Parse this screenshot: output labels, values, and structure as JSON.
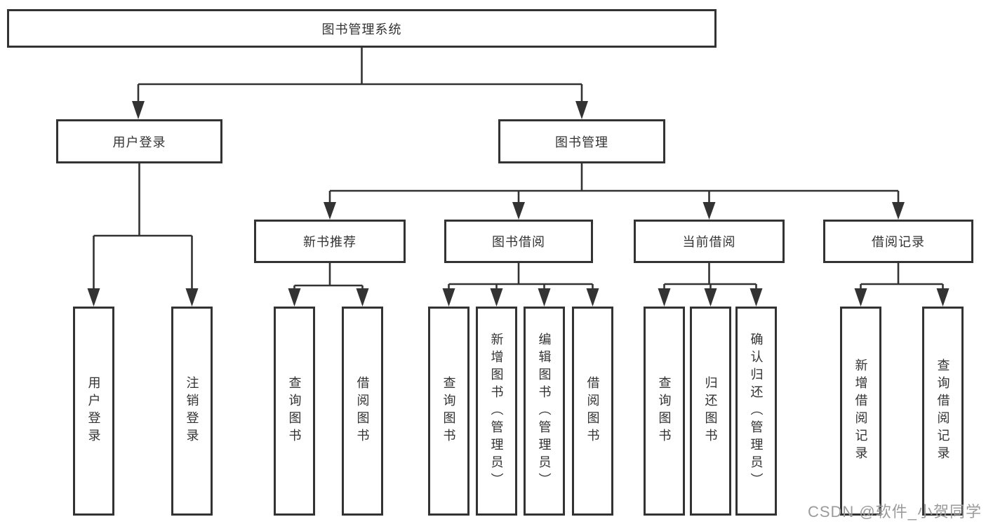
{
  "diagram": {
    "title": "图书管理系统",
    "level2": [
      {
        "label": "用户登录"
      },
      {
        "label": "图书管理"
      }
    ],
    "level3": [
      {
        "label": "新书推荐"
      },
      {
        "label": "图书借阅"
      },
      {
        "label": "当前借阅"
      },
      {
        "label": "借阅记录"
      }
    ],
    "leaves": {
      "user_login": [
        {
          "label": "用户登录"
        },
        {
          "label": "注销登录"
        }
      ],
      "new_book_recommend": [
        {
          "label": "查询图书"
        },
        {
          "label": "借阅图书"
        }
      ],
      "book_borrow": [
        {
          "label": "查询图书"
        },
        {
          "label": "新增图书（管理员）"
        },
        {
          "label": "编辑图书（管理员）"
        },
        {
          "label": "借阅图书"
        }
      ],
      "current_borrow": [
        {
          "label": "查询图书"
        },
        {
          "label": "归还图书"
        },
        {
          "label": "确认归还（管理员）"
        }
      ],
      "borrow_record": [
        {
          "label": "新增借阅记录"
        },
        {
          "label": "查询借阅记录"
        }
      ]
    }
  },
  "watermark": {
    "text": "CSDN @软件_小贺同学"
  },
  "colors": {
    "line": "#333333",
    "text": "#333333",
    "background": "#ffffff",
    "watermark": "#9b9b9b"
  }
}
